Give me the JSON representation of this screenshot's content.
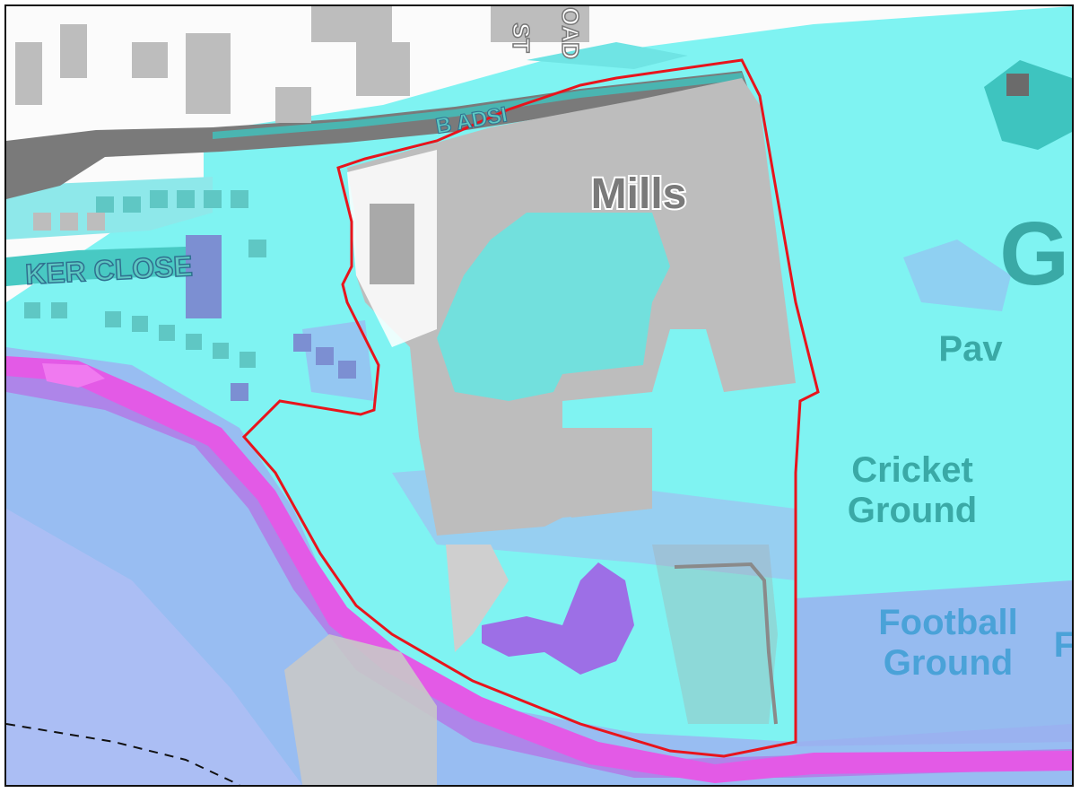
{
  "map": {
    "labels": {
      "mills": "Mills",
      "cricket_line1": "Cricket",
      "cricket_line2": "Ground",
      "football_line1": "Football",
      "football_line2": "Ground",
      "pav": "Pav",
      "street_close": "KER CLOSE",
      "street_st": "ST",
      "street_partial_top": "OAD",
      "road_partial": "B ADSI",
      "edge_large": "GI",
      "edge_small": "F"
    },
    "colors": {
      "site_boundary": "#e8141c",
      "flood_low": "#7ff3f2",
      "flood_medium": "#9cb3f2",
      "flood_high": "#b07ee8",
      "watercourse": "#e35ae6",
      "building": "#bdbdbd",
      "road": "#7a7a7a",
      "label_teal": "#3aa9a6"
    }
  }
}
